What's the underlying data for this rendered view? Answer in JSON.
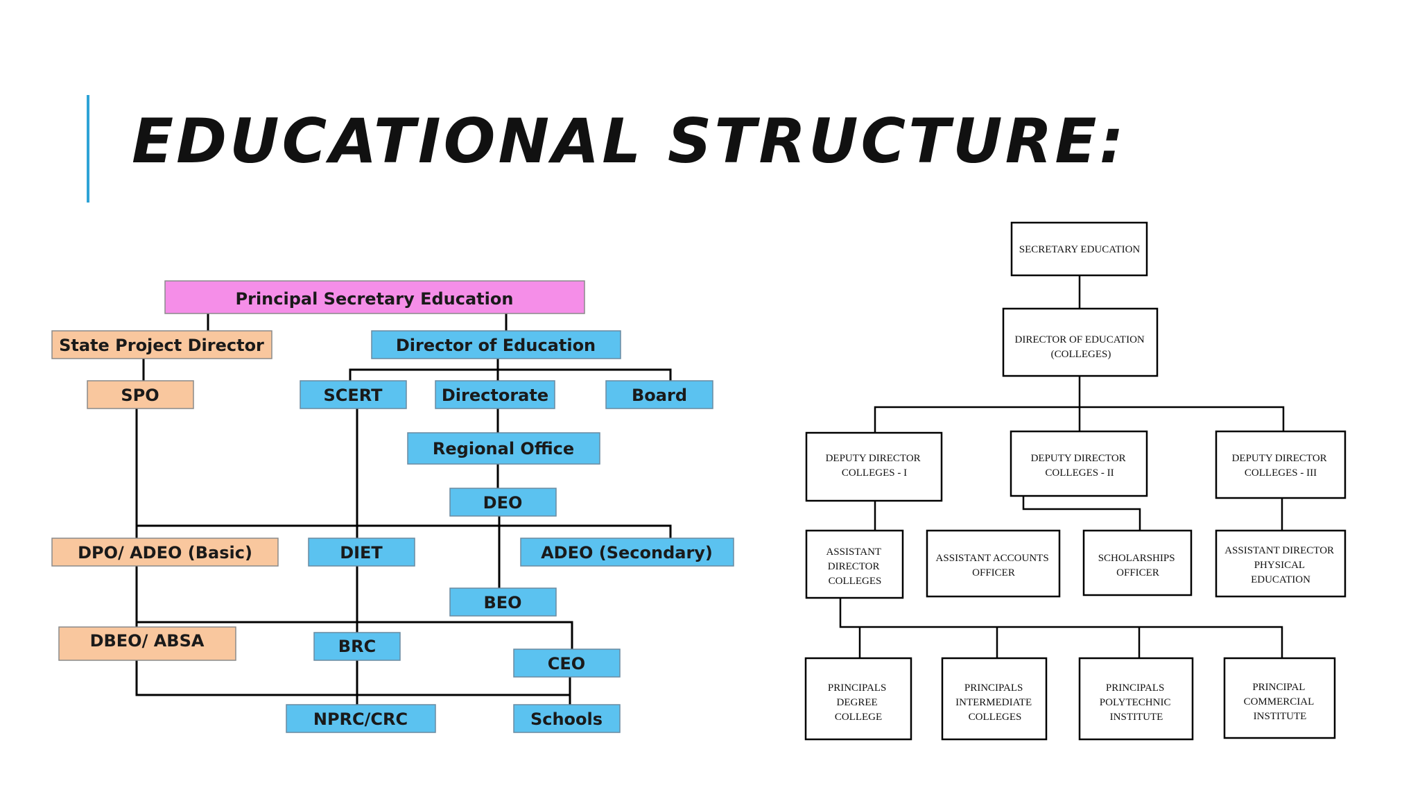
{
  "slide": {
    "title": "EDUCATIONAL STRUCTURE:"
  },
  "colors": {
    "accent": "#2ea3d6",
    "pink": "#f58ee8",
    "peach": "#f9c79e",
    "blue": "#5bc2f0"
  },
  "left_chart": {
    "principal_secretary": "Principal  Secretary Education",
    "state_project_director": "State Project Director",
    "director_of_education": "Director of Education",
    "spo": "SPO",
    "scert": "SCERT",
    "directorate": "Directorate",
    "board": "Board",
    "regional_office": "Regional Office",
    "deo": "DEO",
    "dpo_adeo": "DPO/ ADEO (Basic)",
    "diet": "DIET",
    "adeo_secondary": "ADEO (Secondary)",
    "beo": "BEO",
    "dbeo_absa": "DBEO/ ABSA",
    "brc": "BRC",
    "ceo": "CEO",
    "nprc_crc": "NPRC/CRC",
    "schools": "Schools"
  },
  "right_chart": {
    "secretary_education": "SECRETARY EDUCATION",
    "director_of_education": [
      "DIRECTOR OF EDUCATION",
      "(COLLEGES)"
    ],
    "deputy_director_1": [
      "DEPUTY DIRECTOR",
      "COLLEGES - I"
    ],
    "deputy_director_2": [
      "DEPUTY DIRECTOR",
      "COLLEGES - II"
    ],
    "deputy_director_3": [
      "DEPUTY DIRECTOR",
      "COLLEGES - III"
    ],
    "assistant_director_colleges": [
      "ASSISTANT",
      "DIRECTOR",
      "COLLEGES"
    ],
    "assistant_accounts_officer": [
      "ASSISTANT ACCOUNTS",
      "OFFICER"
    ],
    "scholarships_officer": [
      "SCHOLARSHIPS",
      "OFFICER"
    ],
    "assistant_director_pe": [
      "ASSISTANT DIRECTOR",
      "PHYSICAL",
      "EDUCATION"
    ],
    "principals_degree": [
      "PRINCIPALS",
      "DEGREE",
      "COLLEGE"
    ],
    "principals_intermediate": [
      "PRINCIPALS",
      "INTERMEDIATE",
      "COLLEGES"
    ],
    "principals_polytechnic": [
      "PRINCIPALS",
      "POLYTECHNIC",
      "INSTITUTE"
    ],
    "principal_commercial": [
      "PRINCIPAL",
      "COMMERCIAL",
      "INSTITUTE"
    ]
  }
}
